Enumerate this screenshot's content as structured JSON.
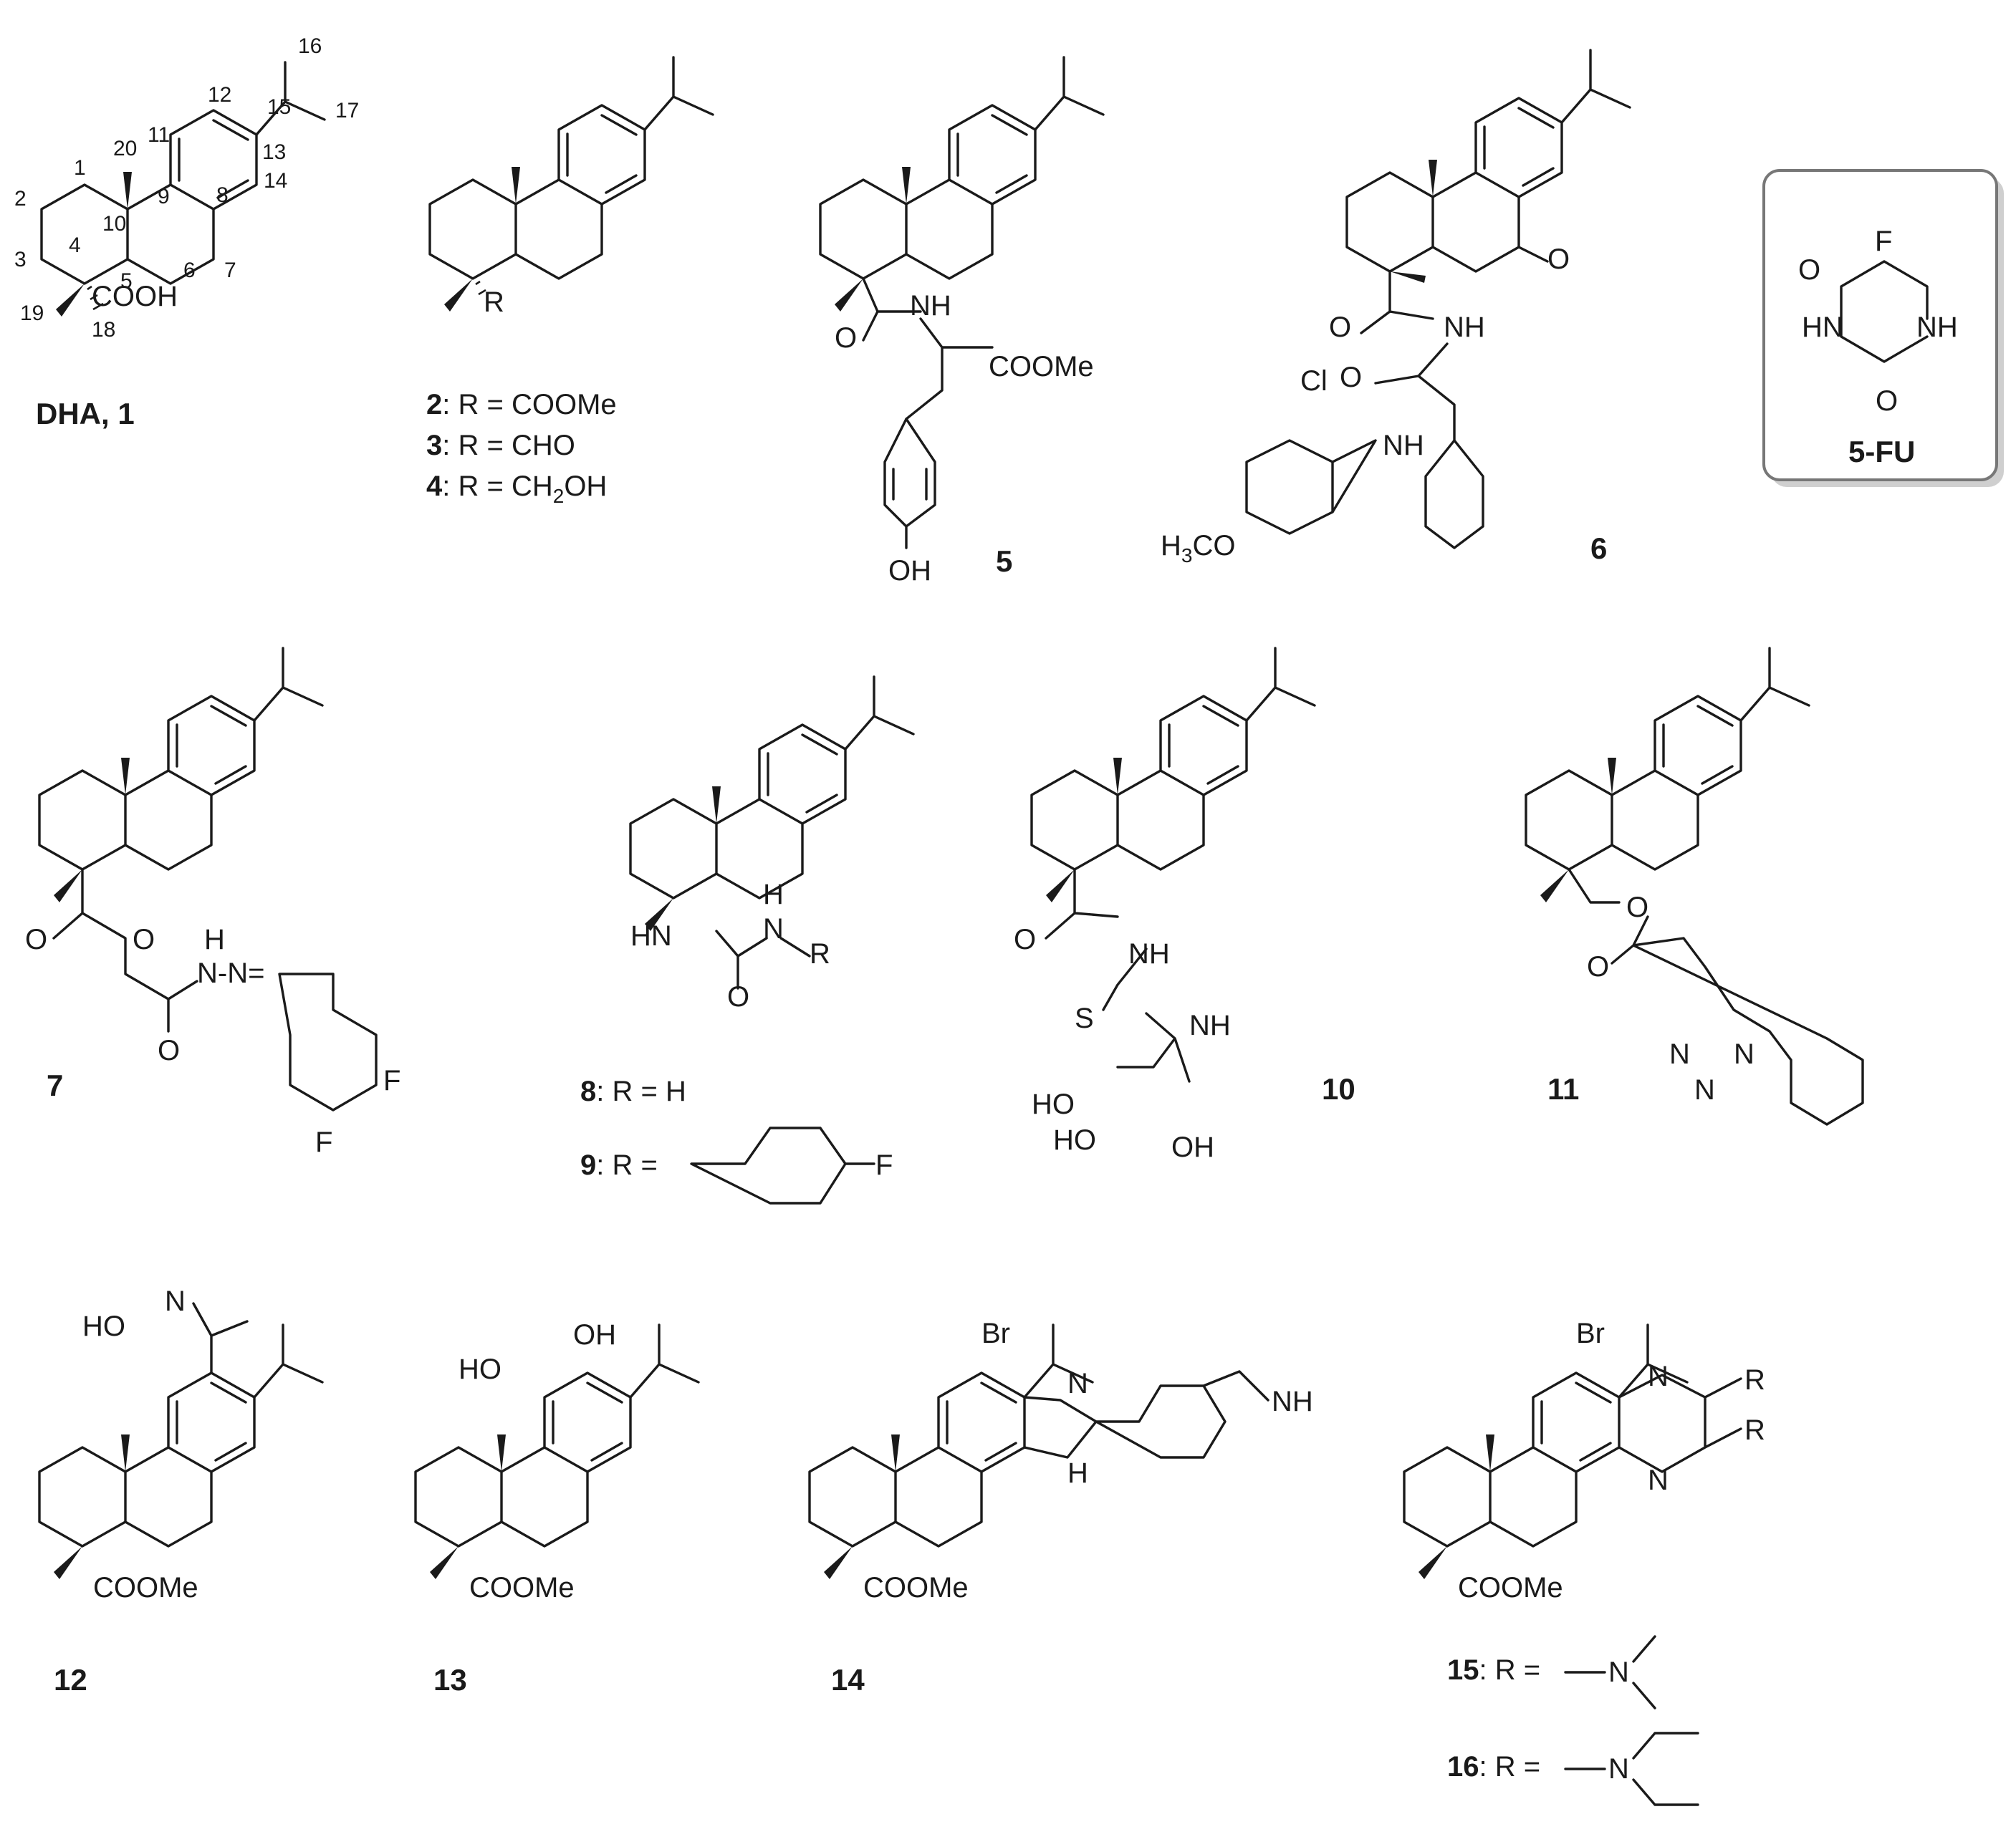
{
  "figure": {
    "labels": {
      "dha": "DHA, 1",
      "c2": "2",
      "c3": "3",
      "c4": "4",
      "c5": "5",
      "c6": "6",
      "fu": "5-FU",
      "c7": "7",
      "c8": "8",
      "c9": "9",
      "c10": "10",
      "c11": "11",
      "c12": "12",
      "c13": "13",
      "c14": "14",
      "c15": "15",
      "c16": "16"
    },
    "r_groups": {
      "r2": ": R = COOMe",
      "r3": ": R = CHO",
      "r4": ": R = CH",
      "r4_sub": "2",
      "r4_tail": "OH",
      "r8": ": R = H",
      "r9": ": R =",
      "r15": ": R =",
      "r16": ": R ="
    },
    "atoms": {
      "cooh": "COOH",
      "r": "R",
      "nh": "NH",
      "o": "O",
      "coome": "COOMe",
      "oh": "OH",
      "h3co": "H3CO",
      "cl": "Cl",
      "f": "F",
      "hn": "HN",
      "h": "H",
      "n": "N",
      "s": "S",
      "ho": "HO",
      "br": "Br",
      "nh_dash": "N-",
      "hn2": "N"
    },
    "numbering": [
      "1",
      "2",
      "3",
      "4",
      "5",
      "6",
      "7",
      "8",
      "9",
      "10",
      "11",
      "12",
      "13",
      "14",
      "15",
      "16",
      "17",
      "18",
      "19",
      "20"
    ]
  }
}
